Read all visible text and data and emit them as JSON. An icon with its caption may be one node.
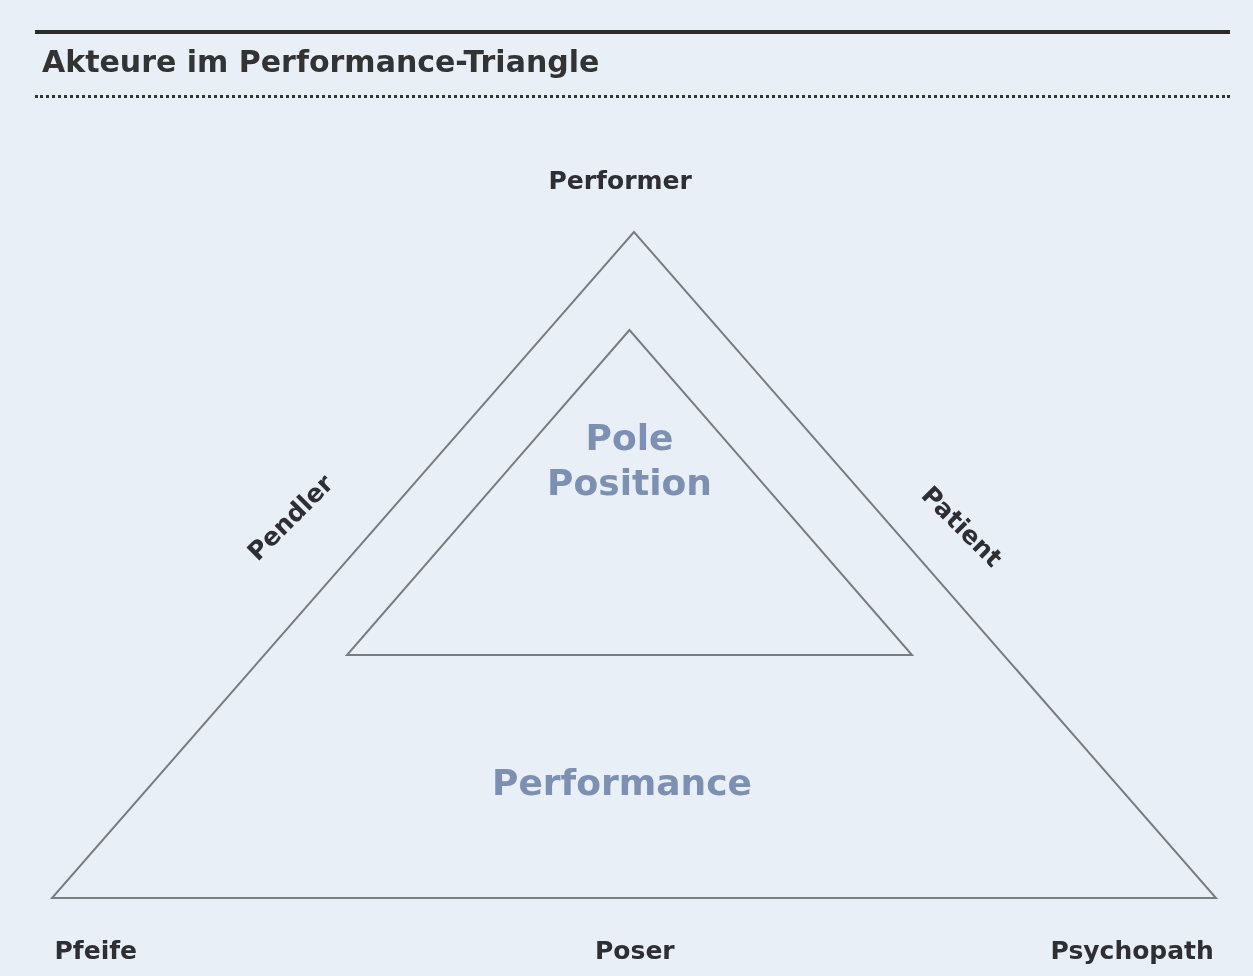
{
  "diagram": {
    "title": "Akteure im Performance-Triangle",
    "nodes": [
      {
        "text": [
          "Performance"
        ]
      },
      {
        "text": [
          "Pole Position"
        ],
        "in": 0
      }
    ],
    "labels": [
      "Performer",
      "Pendler",
      "Patient",
      "Pfeife",
      "Poser",
      "Psychopath"
    ]
  }
}
